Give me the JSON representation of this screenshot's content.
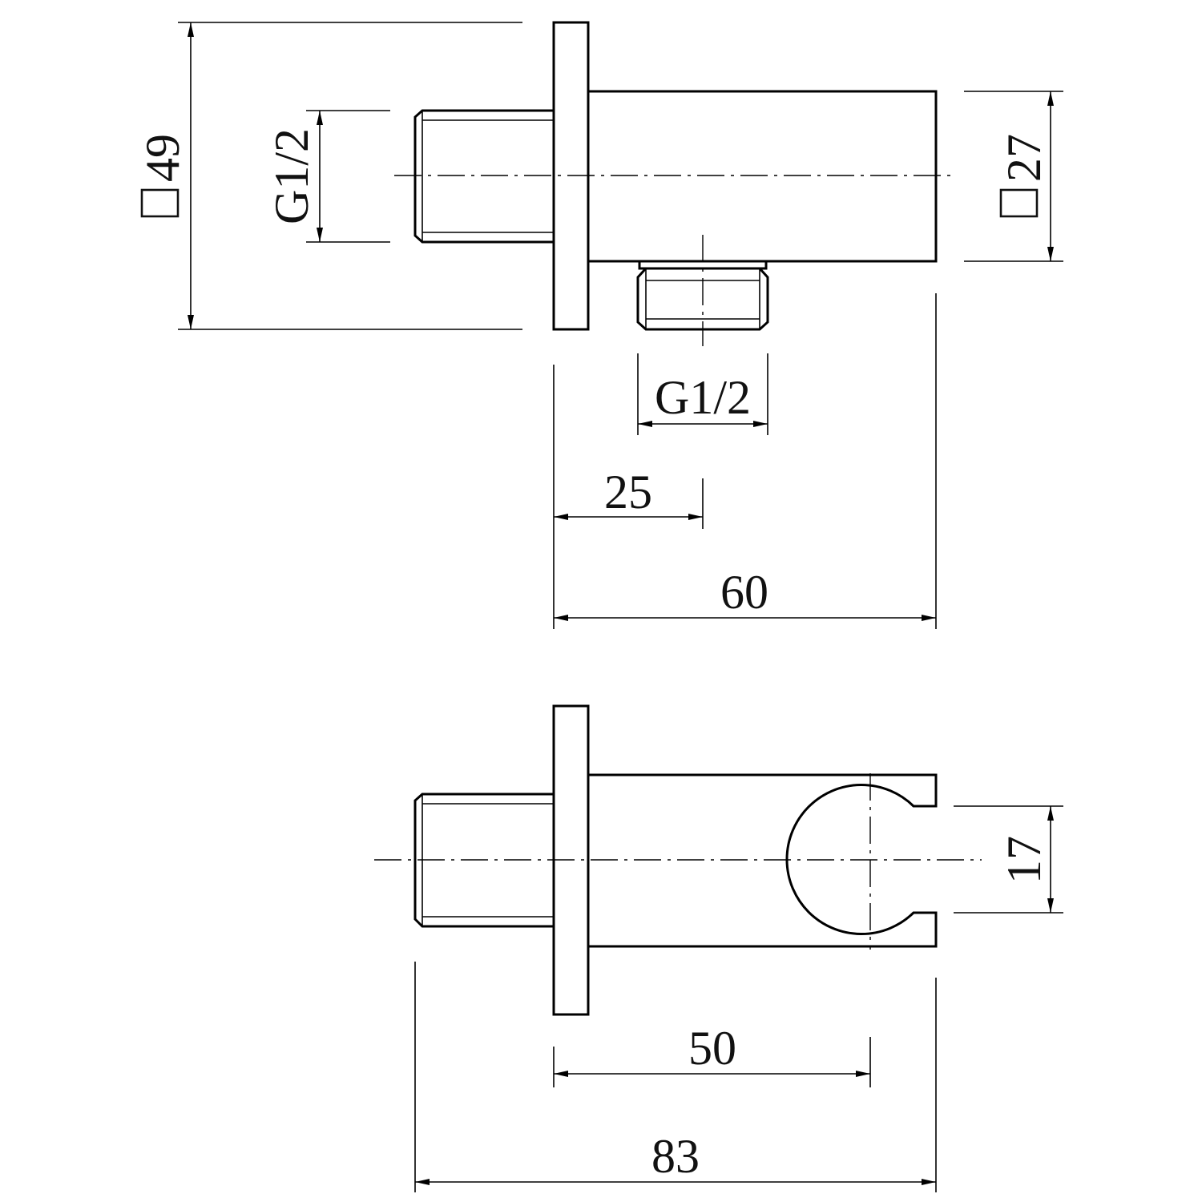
{
  "top_view": {
    "dimensions": {
      "flange_square": "49",
      "inlet_thread": "G1/2",
      "body_square": "27",
      "outlet_thread": "G1/2",
      "outlet_offset": "25",
      "body_length": "60"
    }
  },
  "bottom_view": {
    "dimensions": {
      "holder_opening": "17",
      "holder_center_distance": "50",
      "overall_length": "83"
    }
  }
}
